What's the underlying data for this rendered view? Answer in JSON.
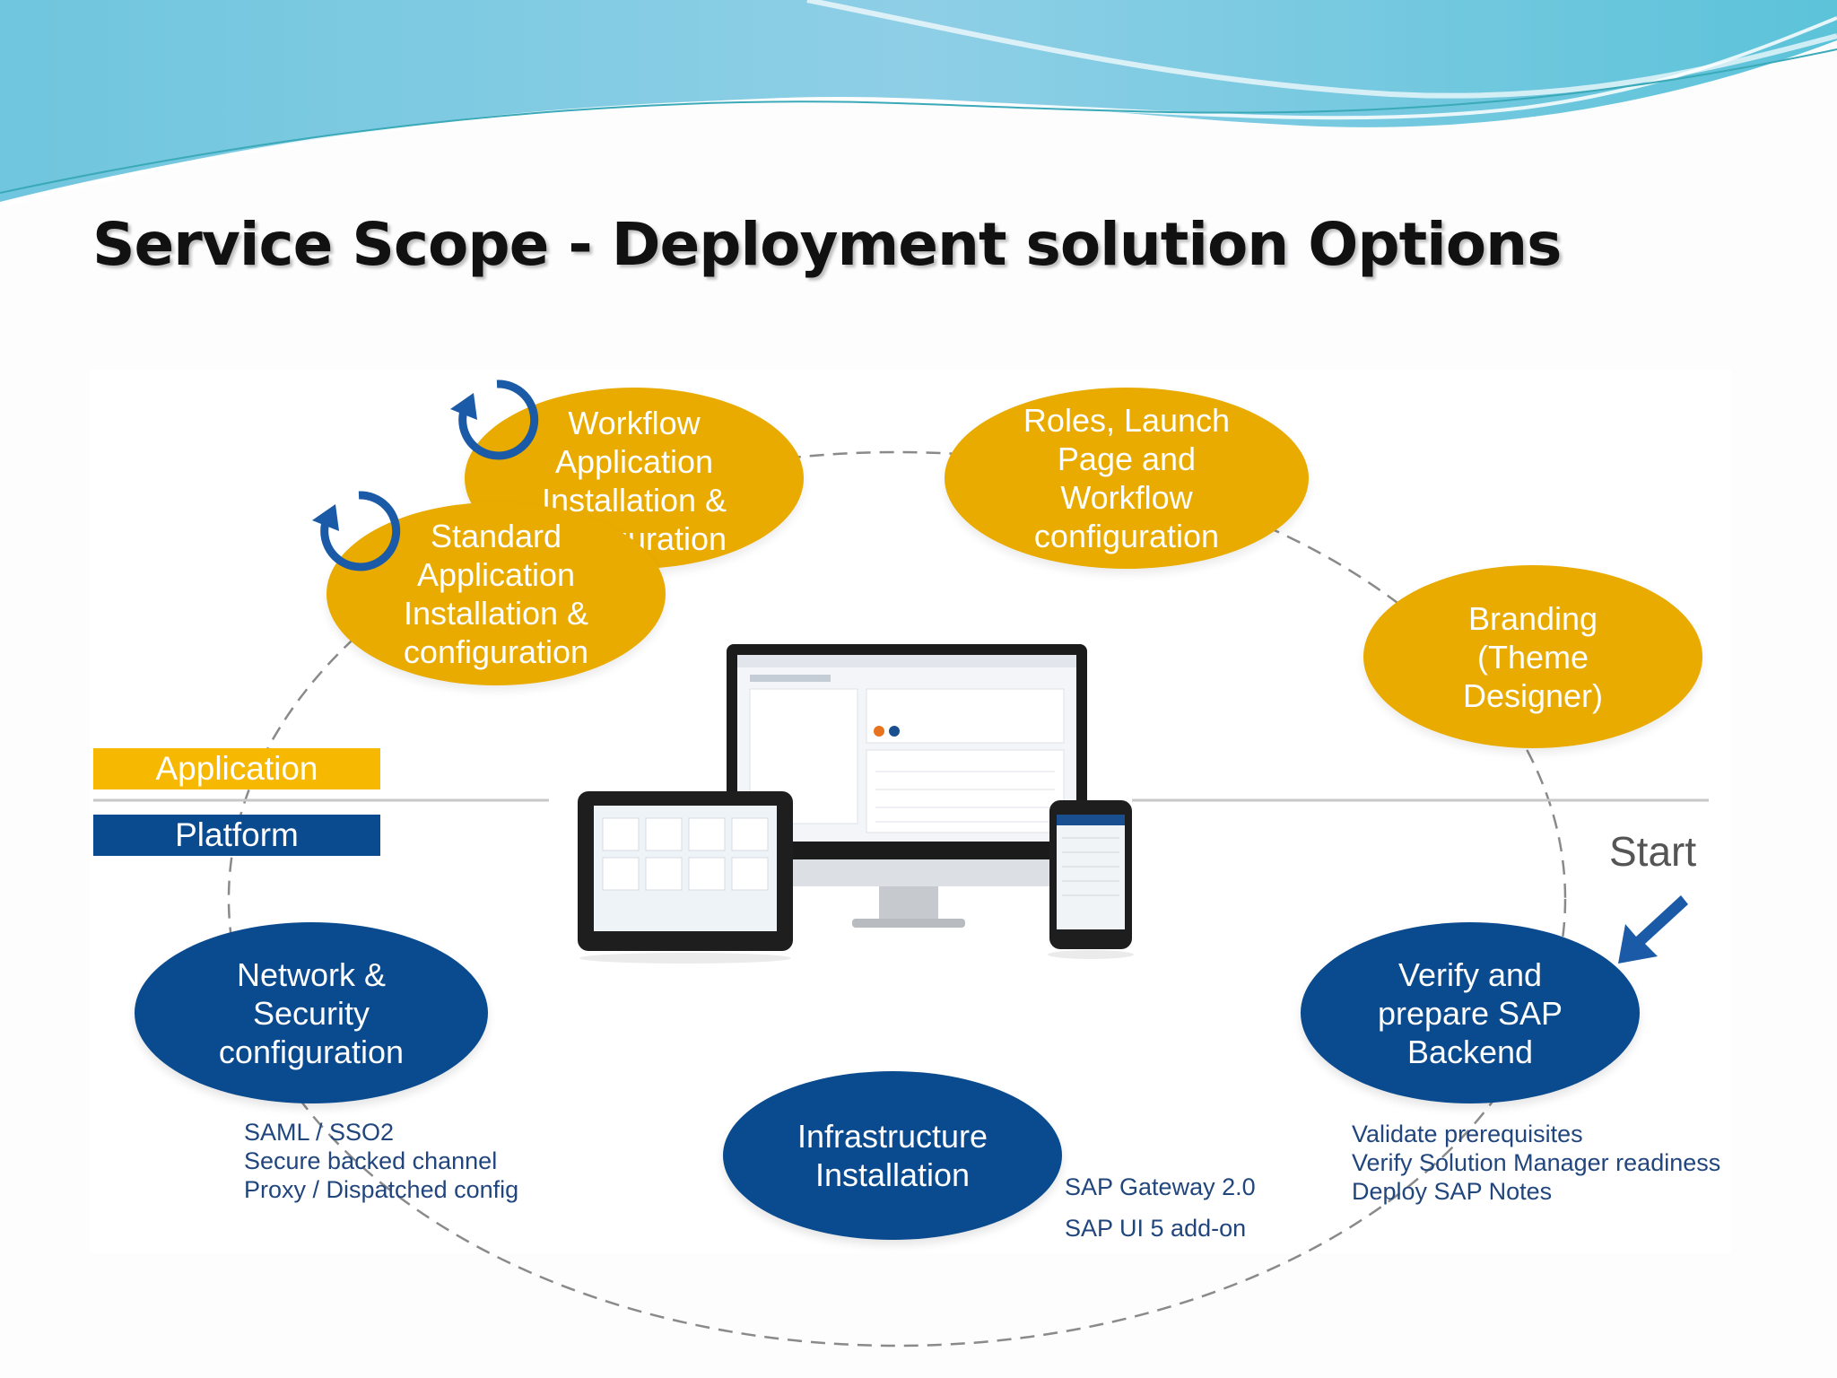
{
  "title": "Service Scope - Deployment solution Options",
  "layer_labels": {
    "application": "Application",
    "platform": "Platform"
  },
  "start_label": "Start",
  "steps": {
    "workflow": [
      "Workflow",
      "Application",
      "Installation &",
      "configuration"
    ],
    "standard": [
      "Standard",
      "Application",
      "Installation &",
      "configuration"
    ],
    "roles": [
      "Roles, Launch",
      "Page and",
      "Workflow",
      "configuration"
    ],
    "branding": [
      "Branding",
      "(Theme",
      "Designer)"
    ],
    "network": [
      "Network &",
      "Security",
      "configuration"
    ],
    "infrastructure": [
      "Infrastructure",
      "Installation"
    ],
    "verify": [
      "Verify and",
      "prepare SAP",
      "Backend"
    ]
  },
  "notes": {
    "network": [
      "SAML / SSO2",
      "Secure backed channel",
      "Proxy / Dispatched config"
    ],
    "infrastructure": [
      "SAP Gateway 2.0",
      "SAP UI 5 add-on"
    ],
    "verify": [
      "Validate prerequisites",
      "Verify Solution Manager readiness",
      "Deploy SAP Notes"
    ]
  },
  "colors": {
    "gold": "#e9ab00",
    "navy": "#0a4a8f",
    "application_bar": "#f6b800",
    "note_text": "#21467d"
  }
}
